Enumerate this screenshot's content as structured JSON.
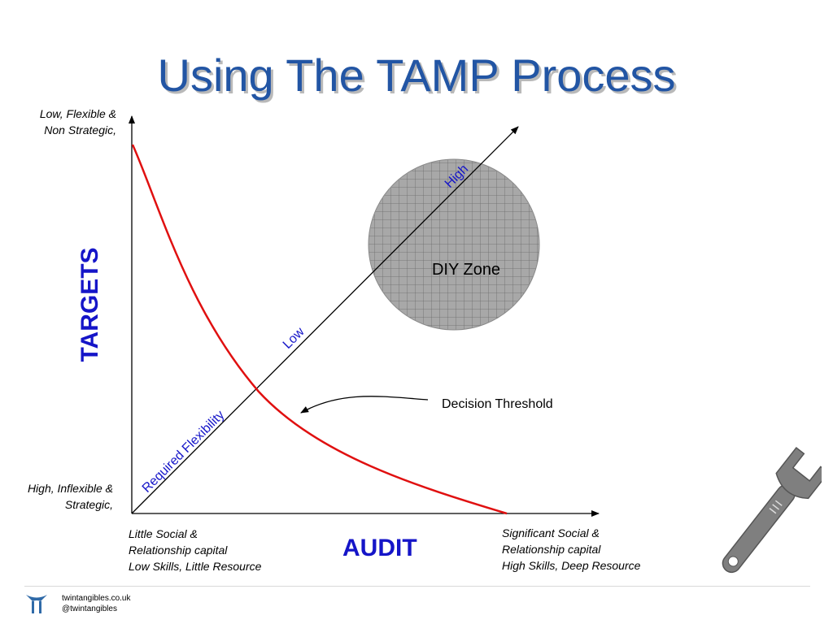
{
  "slide": {
    "title": "Using The TAMP Process"
  },
  "axes": {
    "y_label": "TARGETS",
    "x_label": "AUDIT",
    "y_top_note": [
      "Low, Flexible &",
      "Non Strategic,"
    ],
    "y_bottom_note": [
      "High, Inflexible &",
      "Strategic,"
    ],
    "x_left_note": [
      "Little Social &",
      "Relationship capital",
      "Low Skills, Little Resource"
    ],
    "x_right_note": [
      "Significant Social &",
      "Relationship capital",
      "High Skills, Deep Resource"
    ]
  },
  "diagonal": {
    "axis_label": "Required Flexibility",
    "low_label": "Low",
    "high_label": "High"
  },
  "zone": {
    "label": "DIY Zone"
  },
  "threshold": {
    "label": "Decision Threshold"
  },
  "footer": {
    "site": "twintangibles.co.uk",
    "handle": "@twintangibles"
  },
  "colors": {
    "title": "#2255a4",
    "axis_labels": "#1515c8",
    "curve": "#e01010",
    "zone_fill": "#a8a8a8",
    "wrench": "#7f7f7f"
  },
  "icons": {
    "logo": "twin-tangibles-logo-icon",
    "decoration": "wrench-icon"
  }
}
